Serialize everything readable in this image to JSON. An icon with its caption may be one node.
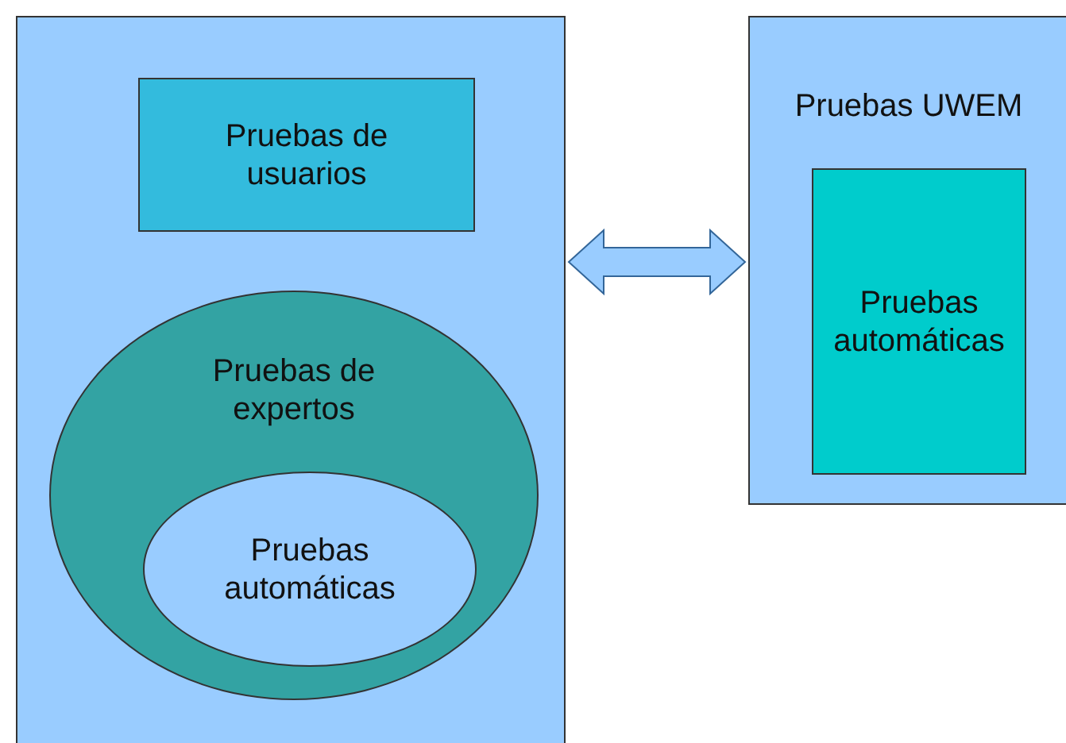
{
  "diagram": {
    "nodes": [
      {
        "text": [],
        "shape": "box"
      },
      {
        "text": [
          "Pruebas de usuarios"
        ],
        "in": 0
      },
      {
        "text": [
          "Pruebas de expertos"
        ],
        "in": 0
      },
      {
        "text": [
          "Pruebas automáticas"
        ],
        "in": 2
      },
      {
        "text": [
          "Pruebas UWEM"
        ]
      },
      {
        "text": [
          "Pruebas automáticas"
        ],
        "in": 4
      }
    ],
    "edges": [
      {
        "from": 0,
        "to": 4,
        "arrow": "both"
      }
    ]
  }
}
